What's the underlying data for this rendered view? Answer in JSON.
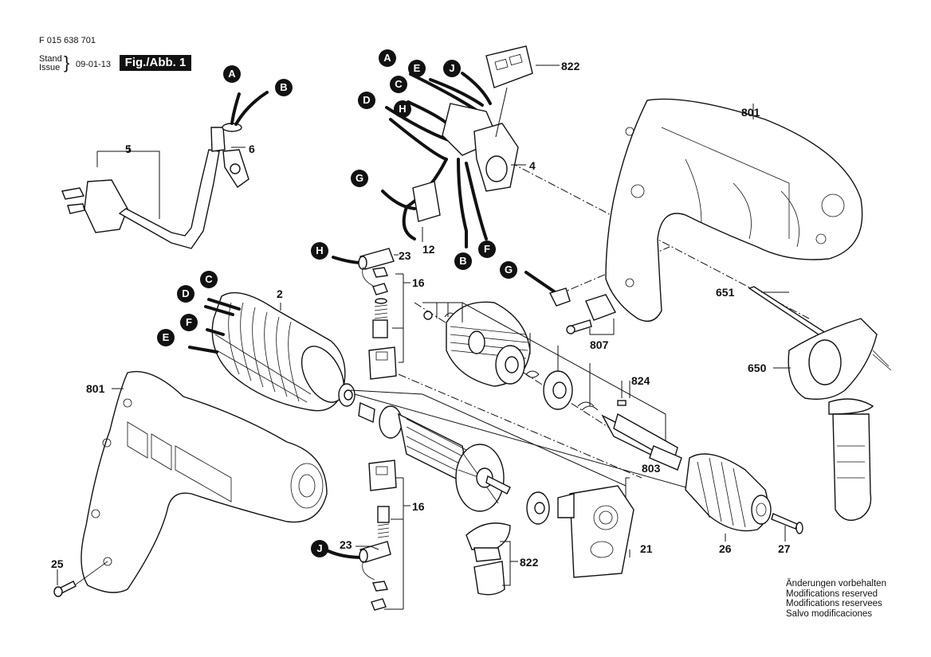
{
  "header": {
    "document_number": "F 015 638 701",
    "stand_label": "Stand",
    "issue_label": "Issue",
    "date": "09-01-13",
    "figure_label": "Fig./Abb. 1"
  },
  "footer_notes": [
    "Änderungen vorbehalten",
    "Modifications reserved",
    "Modifications reservees",
    "Salvo modificaciones"
  ],
  "parts": {
    "p5": "5",
    "p6": "6",
    "p822_top": "822",
    "p4": "4",
    "p12": "12",
    "p801_top": "801",
    "p23_top": "23",
    "p16_top": "16",
    "p2": "2",
    "p807": "807",
    "p824": "824",
    "p651": "651",
    "p650": "650",
    "p801_left": "801",
    "p803": "803",
    "p16_bottom": "16",
    "p23_bottom": "23",
    "p822_bottom": "822",
    "p21": "21",
    "p26": "26",
    "p27": "27",
    "p25": "25"
  },
  "connectors": {
    "cord_a": "A",
    "cord_b": "B",
    "sw_a": "A",
    "sw_e": "E",
    "sw_j": "J",
    "sw_c": "C",
    "sw_h": "H",
    "sw_d": "D",
    "sw_g": "G",
    "sw_b": "B",
    "sw_f": "F",
    "cap_h": "H",
    "g_right": "G",
    "stator_c": "C",
    "stator_d": "D",
    "stator_f": "F",
    "stator_e": "E",
    "cap_j": "J"
  }
}
